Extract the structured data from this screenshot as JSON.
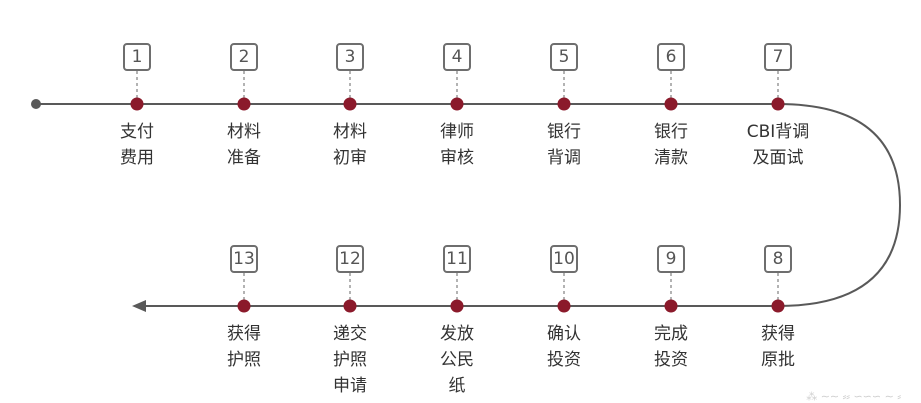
{
  "colors": {
    "line": "#595959",
    "node": "#8b1a2b",
    "dash": "#9a9a9a",
    "box_border": "#6e6e6e",
    "text": "#333333"
  },
  "rows": [
    {
      "direction": "left-to-right",
      "steps": [
        {
          "number": "1",
          "label": "支付\n费用"
        },
        {
          "number": "2",
          "label": "材料\n准备"
        },
        {
          "number": "3",
          "label": "材料\n初审"
        },
        {
          "number": "4",
          "label": "律师\n审核"
        },
        {
          "number": "5",
          "label": "银行\n背调"
        },
        {
          "number": "6",
          "label": "银行\n清款"
        },
        {
          "number": "7",
          "label": "CBI背调\n及面试"
        }
      ]
    },
    {
      "direction": "right-to-left",
      "steps": [
        {
          "number": "13",
          "label": "获得\n护照"
        },
        {
          "number": "12",
          "label": "递交\n护照\n申请"
        },
        {
          "number": "11",
          "label": "发放\n公民\n纸"
        },
        {
          "number": "10",
          "label": "确认\n投资"
        },
        {
          "number": "9",
          "label": "完成\n投资"
        },
        {
          "number": "8",
          "label": "获得\n原批"
        }
      ]
    }
  ]
}
